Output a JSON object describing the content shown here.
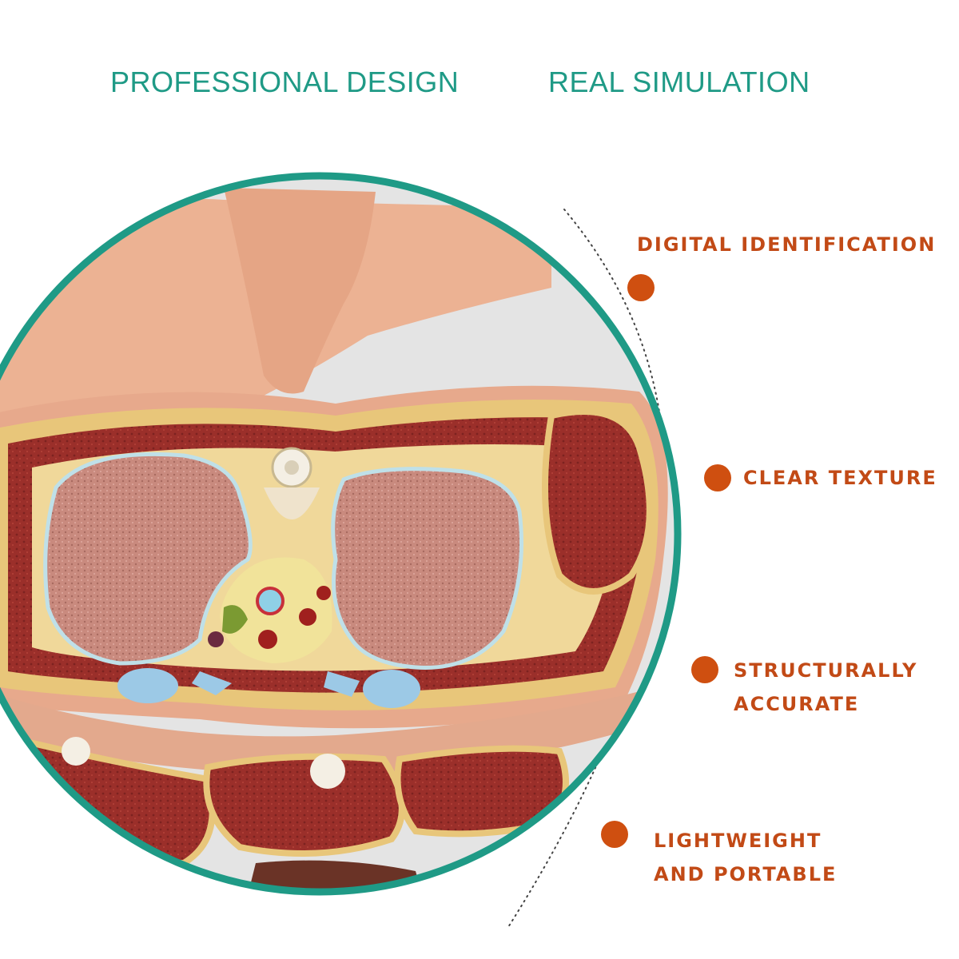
{
  "headlines": {
    "left": "PROFESSIONAL DESIGN",
    "right": "REAL SIMULATION"
  },
  "colors": {
    "headline": "#1f9a86",
    "circle_border": "#1f9a86",
    "feature_text": "#c24a16",
    "feature_dot": "#cf4f10"
  },
  "features": [
    {
      "lines": [
        "DIGITAL IDENTIFICATION"
      ]
    },
    {
      "lines": [
        "CLEAR TEXTURE"
      ]
    },
    {
      "lines": [
        "STRUCTURALLY",
        "ACCURATE"
      ]
    },
    {
      "lines": [
        "LIGHTWEIGHT",
        "AND PORTABLE"
      ]
    }
  ]
}
